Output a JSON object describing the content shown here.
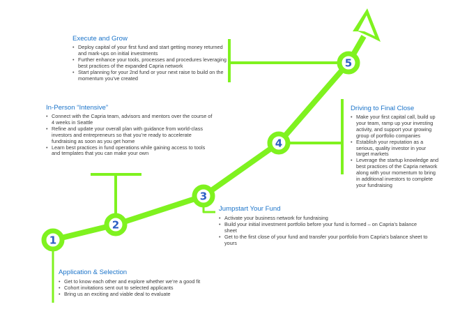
{
  "colors": {
    "path": "#7ff21f",
    "node_fill": "#ffffff",
    "number": "#2d5fc4",
    "heading": "#1a73c9",
    "text": "#3a3a3a"
  },
  "milestones": [
    "1",
    "2",
    "3",
    "4",
    "5"
  ],
  "stages": {
    "execute": {
      "title": "Execute and Grow",
      "bullets": [
        "Deploy capital of your first fund and start getting money returned and mark-ups on initial investments",
        "Further enhance your tools, processes and procedures leveraging best practices of the expanded Capria network",
        "Start planning for your 2nd fund or your next raise to build on the momentum you’ve created"
      ]
    },
    "intensive": {
      "title": "In-Person “Intensive”",
      "bullets": [
        "Connect with the Capria team, advisors and mentors over the course of 4 weeks in Seattle",
        "Refine and update your overall plan with guidance from world-class investors and entrepreneurs so that you’re ready to accelerate fundraising as soon as you get home",
        "Learn best practices in fund operations while gaining access to tools and templates that you can make your own"
      ]
    },
    "driving": {
      "title": "Driving to Final Close",
      "bullets": [
        "Make your first capital call, build up your team, ramp up your investing activity, and support your growing group of portfolio companies",
        "Establish your reputation as a serious, quality investor in your target markets",
        "Leverage the startup knowledge and best practices of the Capria network along with your momentum to bring in additional investors to complete your fundraising"
      ]
    },
    "jumpstart": {
      "title": "Jumpstart Your Fund",
      "bullets": [
        "Activate your business network for fundraising",
        "Build your initial investment portfolio before your fund is formed – on Capria’s balance sheet",
        "Get to the first close of your fund and transfer your portfolio from Capria’s balance sheet to yours"
      ]
    },
    "application": {
      "title": "Application & Selection",
      "bullets": [
        "Get to know each other and explore whether we’re a good fit",
        "Cohort invitations sent out to selected applicants",
        "Bring us an exciting and viable deal to evaluate"
      ]
    }
  }
}
